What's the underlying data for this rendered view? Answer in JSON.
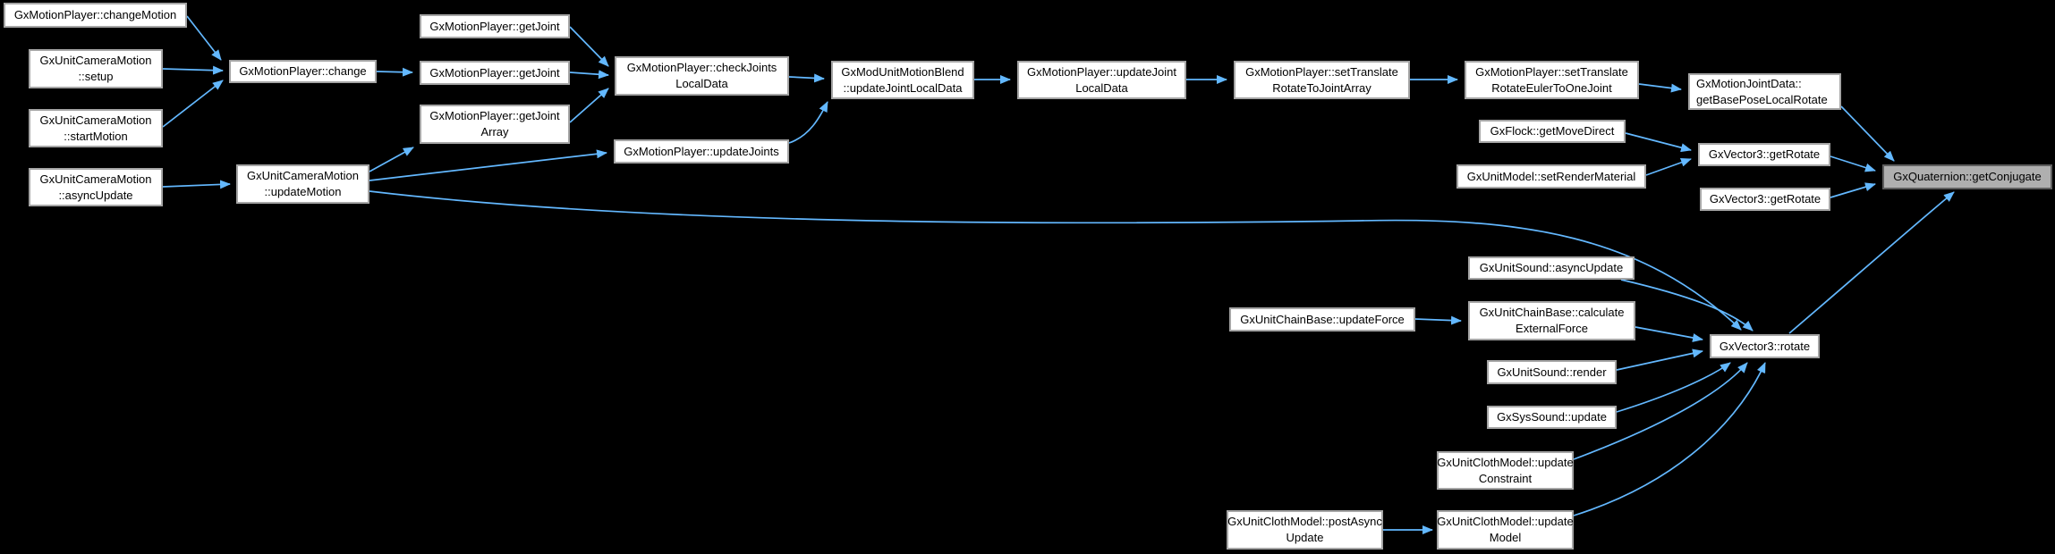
{
  "diagram": {
    "kind": "caller-graph",
    "focus_function": "GxQuaternion::getConjugate",
    "colors": {
      "background": "#000000",
      "edge": "#63B8FF",
      "node_fill": "#FFFFFF",
      "node_border": "#A5A5A5",
      "node_text": "#000000",
      "focus_fill": "#AFAFAF",
      "focus_border": "#5E5E5E"
    },
    "nodes": [
      {
        "id": "changeMotion",
        "label": "GxMotionPlayer::changeMotion",
        "highlighted": false
      },
      {
        "id": "camSetup",
        "label": "GxUnitCameraMotion\n::setup",
        "highlighted": false
      },
      {
        "id": "camStartMotion",
        "label": "GxUnitCameraMotion\n::startMotion",
        "highlighted": false
      },
      {
        "id": "camAsyncUpdate",
        "label": "GxUnitCameraMotion\n::asyncUpdate",
        "highlighted": false
      },
      {
        "id": "change",
        "label": "GxMotionPlayer::change",
        "highlighted": false
      },
      {
        "id": "updateMotion",
        "label": "GxUnitCameraMotion\n::updateMotion",
        "highlighted": false
      },
      {
        "id": "getJoint1",
        "label": "GxMotionPlayer::getJoint",
        "highlighted": false
      },
      {
        "id": "getJoint2",
        "label": "GxMotionPlayer::getJoint",
        "highlighted": false
      },
      {
        "id": "getJointArray",
        "label": "GxMotionPlayer::getJoint\nArray",
        "highlighted": false
      },
      {
        "id": "checkJoints",
        "label": "GxMotionPlayer::checkJoints\nLocalData",
        "highlighted": false
      },
      {
        "id": "updateJoints",
        "label": "GxMotionPlayer::updateJoints",
        "highlighted": false
      },
      {
        "id": "modBlend",
        "label": "GxModUnitMotionBlend\n::updateJointLocalData",
        "highlighted": false
      },
      {
        "id": "mpUpdateJLD",
        "label": "GxMotionPlayer::updateJoint\nLocalData",
        "highlighted": false
      },
      {
        "id": "setTRToJointArray",
        "label": "GxMotionPlayer::setTranslate\nRotateToJointArray",
        "highlighted": false
      },
      {
        "id": "setTREulerOneJoint",
        "label": "GxMotionPlayer::setTranslate\nRotateEulerToOneJoint",
        "highlighted": false
      },
      {
        "id": "getMoveDirect",
        "label": "GxFlock::getMoveDirect",
        "highlighted": false
      },
      {
        "id": "setRenderMaterial",
        "label": "GxUnitModel::setRenderMaterial",
        "highlighted": false
      },
      {
        "id": "getBasePose",
        "label": "GxMotionJointData::\ngetBasePoseLocalRotate",
        "highlighted": false
      },
      {
        "id": "getRotate1",
        "label": "GxVector3::getRotate",
        "highlighted": false
      },
      {
        "id": "getRotate2",
        "label": "GxVector3::getRotate",
        "highlighted": false
      },
      {
        "id": "getConjugate",
        "label": "GxQuaternion::getConjugate",
        "highlighted": true
      },
      {
        "id": "soundAsync",
        "label": "GxUnitSound::asyncUpdate",
        "highlighted": false
      },
      {
        "id": "updateForce",
        "label": "GxUnitChainBase::updateForce",
        "highlighted": false
      },
      {
        "id": "calcExtForce",
        "label": "GxUnitChainBase::calculate\nExternalForce",
        "highlighted": false
      },
      {
        "id": "soundRender",
        "label": "GxUnitSound::render",
        "highlighted": false
      },
      {
        "id": "sysSoundUpdate",
        "label": "GxSysSound::update",
        "highlighted": false
      },
      {
        "id": "clothConstraint",
        "label": "GxUnitClothModel::update\nConstraint",
        "highlighted": false
      },
      {
        "id": "clothPostAsync",
        "label": "GxUnitClothModel::postAsync\nUpdate",
        "highlighted": false
      },
      {
        "id": "clothModel",
        "label": "GxUnitClothModel::update\nModel",
        "highlighted": false
      },
      {
        "id": "rotate",
        "label": "GxVector3::rotate",
        "highlighted": false
      }
    ],
    "edges": [
      {
        "from": "changeMotion",
        "to": "change"
      },
      {
        "from": "camSetup",
        "to": "change"
      },
      {
        "from": "camStartMotion",
        "to": "change"
      },
      {
        "from": "camAsyncUpdate",
        "to": "updateMotion"
      },
      {
        "from": "change",
        "to": "getJoint2"
      },
      {
        "from": "getJoint1",
        "to": "checkJoints"
      },
      {
        "from": "getJoint2",
        "to": "checkJoints"
      },
      {
        "from": "getJointArray",
        "to": "checkJoints"
      },
      {
        "from": "updateMotion",
        "to": "getJointArray"
      },
      {
        "from": "updateMotion",
        "to": "updateJoints"
      },
      {
        "from": "updateMotion",
        "to": "rotate"
      },
      {
        "from": "checkJoints",
        "to": "modBlend"
      },
      {
        "from": "updateJoints",
        "to": "modBlend"
      },
      {
        "from": "modBlend",
        "to": "mpUpdateJLD"
      },
      {
        "from": "mpUpdateJLD",
        "to": "setTRToJointArray"
      },
      {
        "from": "setTRToJointArray",
        "to": "setTREulerOneJoint"
      },
      {
        "from": "setTREulerOneJoint",
        "to": "getBasePose"
      },
      {
        "from": "getMoveDirect",
        "to": "getRotate1"
      },
      {
        "from": "setRenderMaterial",
        "to": "getRotate1"
      },
      {
        "from": "getBasePose",
        "to": "getConjugate"
      },
      {
        "from": "getRotate1",
        "to": "getConjugate"
      },
      {
        "from": "getRotate2",
        "to": "getConjugate"
      },
      {
        "from": "updateForce",
        "to": "calcExtForce"
      },
      {
        "from": "soundAsync",
        "to": "rotate"
      },
      {
        "from": "calcExtForce",
        "to": "rotate"
      },
      {
        "from": "soundRender",
        "to": "rotate"
      },
      {
        "from": "sysSoundUpdate",
        "to": "rotate"
      },
      {
        "from": "clothConstraint",
        "to": "rotate"
      },
      {
        "from": "clothModel",
        "to": "rotate"
      },
      {
        "from": "clothPostAsync",
        "to": "clothModel"
      },
      {
        "from": "rotate",
        "to": "getConjugate"
      }
    ]
  }
}
